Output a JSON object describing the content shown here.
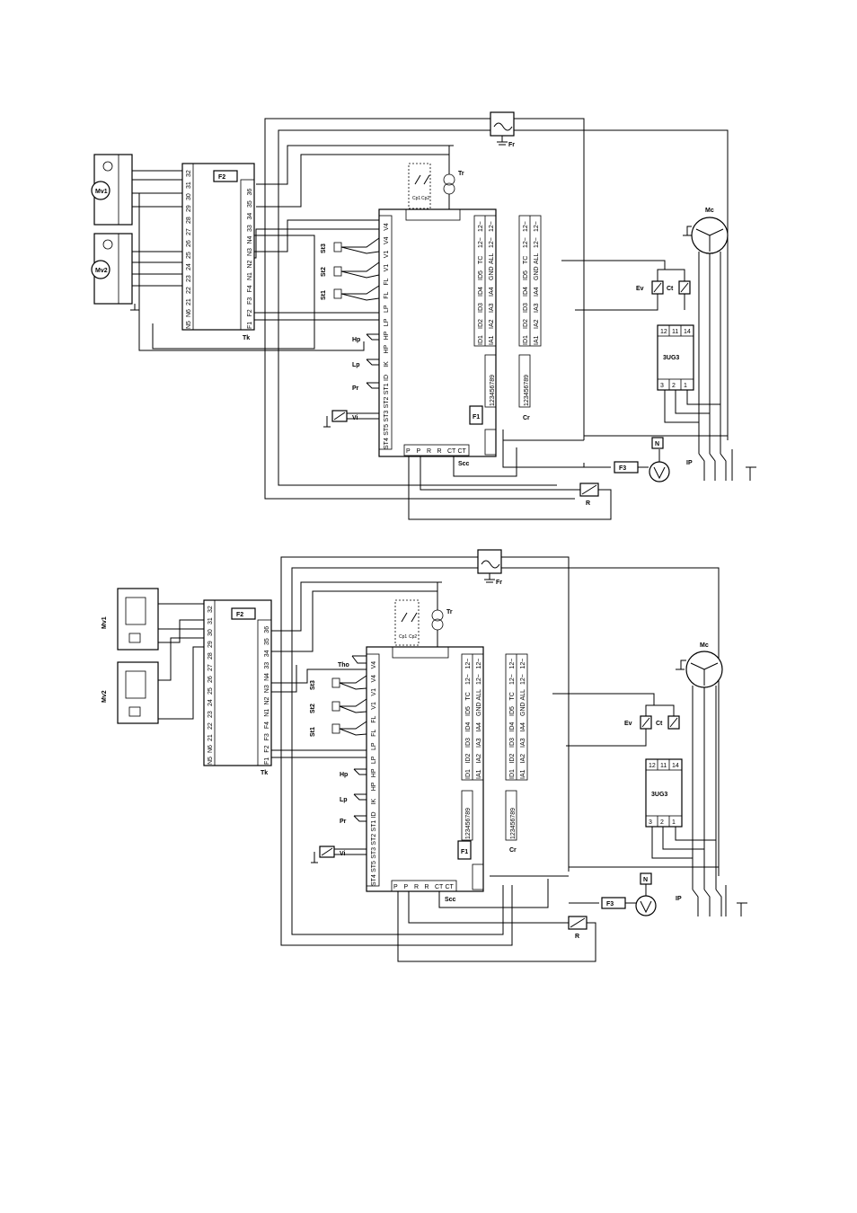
{
  "diagrams": [
    {
      "id": "top",
      "labels": {
        "fr": "Fr",
        "tr": "Tr",
        "f2": "F2",
        "tk": "Tk",
        "mc": "Mc",
        "ev": "Ev",
        "ct": "Ct",
        "ug": "3UG3",
        "f1": "F1",
        "cr": "Cr",
        "scc": "Scc",
        "f3": "F3",
        "r": "R",
        "ip": "IP",
        "n": "N",
        "mv1": "Mv1",
        "mv2": "Mv2",
        "st3": "St3",
        "st2": "St2",
        "st1": "St1",
        "hp": "Hp",
        "lp": "Lp",
        "pr": "Pr",
        "vi": "Vi",
        "cp1": "Cp1",
        "cp2": "Cp2"
      },
      "ctrl_row_top": [
        "ID1",
        "ID2",
        "ID3",
        "ID4",
        "ID5",
        "TC",
        "12~",
        "12~"
      ],
      "ctrl_row_bot": [
        "IA1",
        "IA2",
        "IA3",
        "IA4",
        "GND",
        "ALL",
        "12~",
        "12~"
      ],
      "ctrl_left": [
        "ST4",
        "ST5",
        "ST3",
        "ST2",
        "ST1",
        "ID",
        "IK",
        "HP",
        "HP",
        "LP",
        "LP",
        "FL",
        "FL",
        "V1",
        "V1",
        "V4",
        "V4"
      ],
      "ctrl_bottom": [
        "P",
        "P",
        "R",
        "R",
        "CT",
        "CT"
      ],
      "relay_top": [
        "12",
        "11",
        "14"
      ],
      "relay_bot": [
        "3",
        "2",
        "1"
      ],
      "opt_terms": "123456789",
      "tk_col1": [
        "N5",
        "N6",
        "21",
        "22",
        "23",
        "24",
        "25",
        "26",
        "27",
        "28",
        "29",
        "30",
        "31",
        "32"
      ],
      "tk_col2": [
        "F1",
        "F2",
        "F3",
        "F4",
        "N1",
        "N2",
        "N3",
        "N4",
        "33",
        "34",
        "35",
        "36"
      ]
    },
    {
      "id": "bottom",
      "labels": {
        "fr": "Fr",
        "tr": "Tr",
        "f2": "F2",
        "tk": "Tk",
        "mc": "Mc",
        "ev": "Ev",
        "ct": "Ct",
        "ug": "3UG3",
        "f1": "F1",
        "cr": "Cr",
        "scc": "Scc",
        "f3": "F3",
        "r": "R",
        "ip": "IP",
        "n": "N",
        "mv1": "Mv1",
        "mv2": "Mv2",
        "st3": "St3",
        "st2": "St2",
        "st1": "St1",
        "hp": "Hp",
        "lp": "Lp",
        "pr": "Pr",
        "vi": "Vi",
        "cp1": "Cp1",
        "cp2": "Cp2",
        "tho": "Tho"
      },
      "ctrl_row_top": [
        "ID1",
        "ID2",
        "ID3",
        "ID4",
        "ID5",
        "TC",
        "12~",
        "12~"
      ],
      "ctrl_row_bot": [
        "IA1",
        "IA2",
        "IA3",
        "IA4",
        "GND",
        "ALL",
        "12~",
        "12~"
      ],
      "ctrl_left": [
        "ST4",
        "ST5",
        "ST3",
        "ST2",
        "ST1",
        "ID",
        "IK",
        "HP",
        "HP",
        "LP",
        "LP",
        "FL",
        "FL",
        "V1",
        "V1",
        "V4",
        "V4"
      ],
      "ctrl_bottom": [
        "P",
        "P",
        "R",
        "R",
        "CT",
        "CT"
      ],
      "relay_top": [
        "12",
        "11",
        "14"
      ],
      "relay_bot": [
        "3",
        "2",
        "1"
      ],
      "opt_terms": "123456789",
      "tk_col1": [
        "N5",
        "N6",
        "21",
        "22",
        "23",
        "24",
        "25",
        "26",
        "27",
        "28",
        "29",
        "30",
        "31",
        "32"
      ],
      "tk_col2": [
        "F1",
        "F2",
        "F3",
        "F4",
        "N1",
        "N2",
        "N3",
        "N4",
        "33",
        "34",
        "35",
        "36"
      ]
    }
  ]
}
